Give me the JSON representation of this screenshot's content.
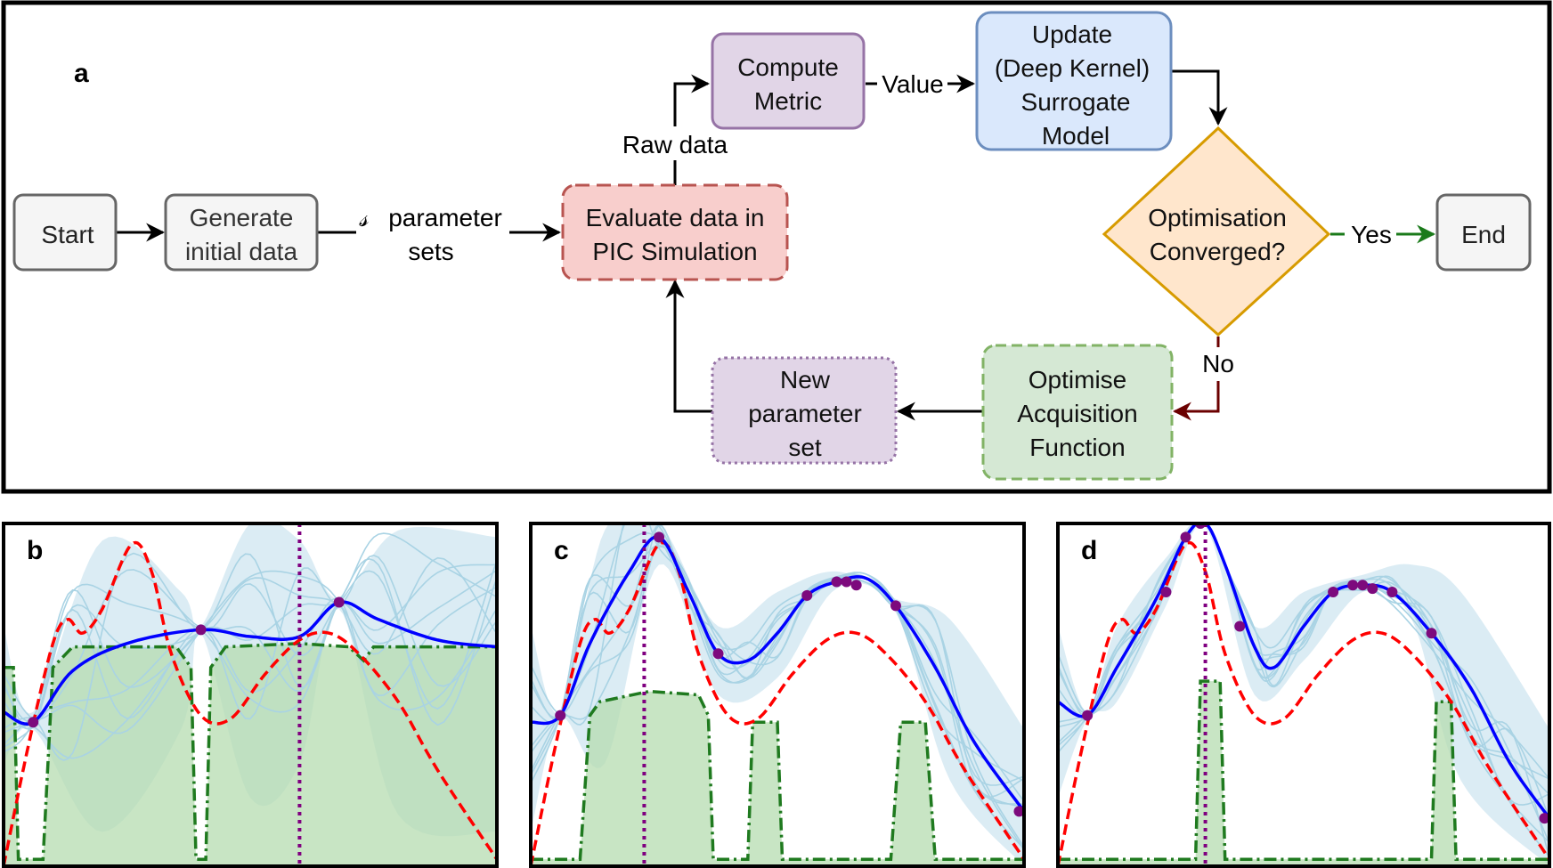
{
  "panel_a": {
    "label": "a",
    "nodes": {
      "start": [
        "Start"
      ],
      "generate": [
        "Generate",
        "initial data"
      ],
      "evaluate": [
        "Evaluate data in",
        "PIC Simulation"
      ],
      "compute": [
        "Compute",
        "Metric"
      ],
      "update": [
        "Update",
        "(Deep Kernel)",
        "Surrogate",
        "Model"
      ],
      "converged": [
        "Optimisation",
        "Converged?"
      ],
      "end": [
        "End"
      ],
      "optimise": [
        "Optimise",
        "Acquisition",
        "Function"
      ],
      "newparam": [
        "New",
        "parameter",
        "set"
      ]
    },
    "edge_labels": {
      "sets_symbol": "𝓈",
      "sets_line1": "parameter",
      "sets_line2": "sets",
      "raw": "Raw data",
      "value": "Value",
      "yes": "Yes",
      "no": "No"
    },
    "colors": {
      "grey_fill": "#f5f5f5",
      "grey_stroke": "#666666",
      "red_fill": "#f8cecc",
      "red_stroke": "#b85450",
      "purple_fill": "#e1d5e7",
      "purple_stroke": "#9673a6",
      "blue_fill": "#dae8fc",
      "blue_stroke": "#6c8ebf",
      "orange_fill": "#ffe6cc",
      "orange_stroke": "#d79b00",
      "green_fill": "#d5e8d4",
      "green_stroke": "#82b366",
      "yes_arrow": "#1a7a1a",
      "no_arrow": "#6b0000"
    }
  },
  "plots": [
    {
      "label": "b"
    },
    {
      "label": "c"
    },
    {
      "label": "d"
    }
  ],
  "plot_colors": {
    "objective": "#ff0000",
    "mean": "#0000ff",
    "samples": "#a9d3e4",
    "band": "#cfe6f0",
    "acq_fill": "#b5dcb0",
    "acq_line": "#1f7a1f",
    "points": "#7d0a7d",
    "proposal": "#800080"
  }
}
